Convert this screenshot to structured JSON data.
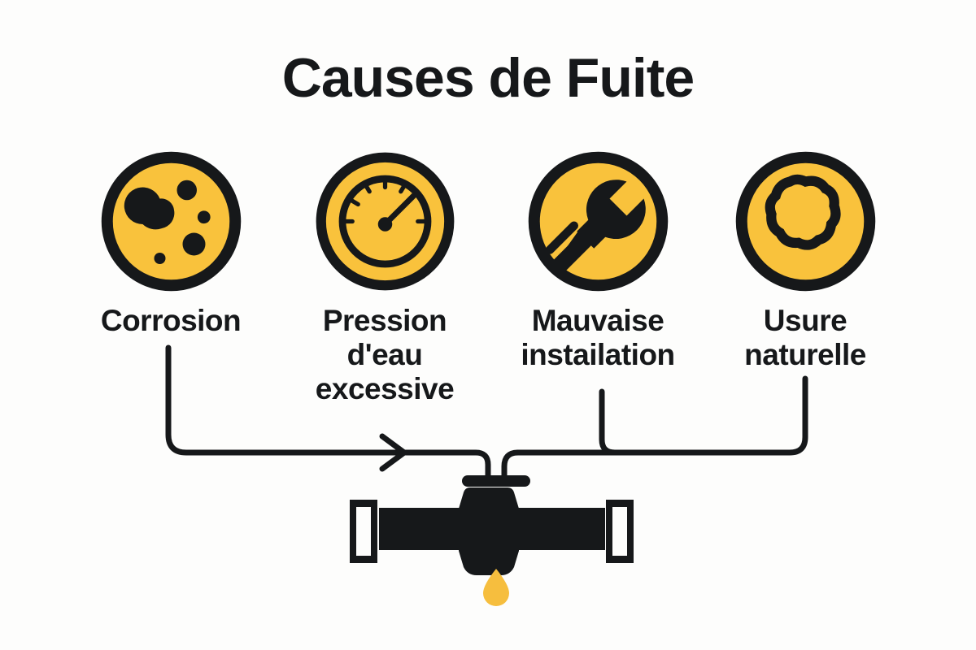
{
  "title": "Causes de Fuite",
  "colors": {
    "background": "#fdfdfc",
    "ink": "#16181a",
    "accent_yellow": "#f9c23c",
    "drop_yellow": "#f6be3e"
  },
  "causes": [
    {
      "label": "Corrosion",
      "lines": [
        "Corrosion"
      ],
      "icon": "corrosion-spots-icon"
    },
    {
      "label": "Pression d'eau excessive",
      "lines": [
        "Pression",
        "d'eau",
        "excessive"
      ],
      "icon": "pressure-gauge-icon"
    },
    {
      "label": "Mauvaise instailation",
      "lines": [
        "Mauvaise",
        "instailation"
      ],
      "icon": "wrench-icon"
    },
    {
      "label": "Usure naturelle",
      "lines": [
        "Usure",
        "naturelle"
      ],
      "icon": "worn-gasket-icon"
    }
  ],
  "diagram": {
    "pipe": "leaking-pipe-valve",
    "drop": "water-drop",
    "arrow": "flow-arrow"
  }
}
